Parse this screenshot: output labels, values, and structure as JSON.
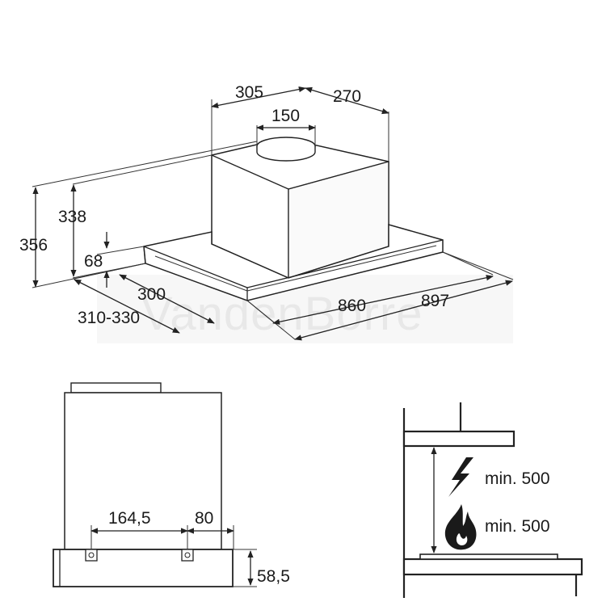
{
  "watermark": "VandenBorre",
  "top_view": {
    "dim_305": "305",
    "dim_270": "270",
    "dim_150": "150",
    "dim_338": "338",
    "dim_356": "356",
    "dim_68": "68",
    "dim_300": "300",
    "dim_310_330": "310-330",
    "dim_860": "860",
    "dim_897": "897"
  },
  "side_view": {
    "dim_164_5": "164,5",
    "dim_80": "80",
    "dim_58_5": "58,5"
  },
  "clearance": {
    "electric_label": "min. 500",
    "gas_label": "min. 500",
    "electric_icon": "lightning-icon",
    "gas_icon": "flame-icon"
  }
}
